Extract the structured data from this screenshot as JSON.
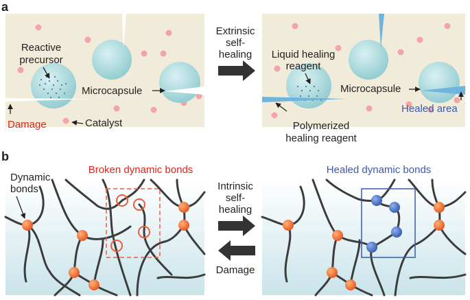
{
  "panels": {
    "a": {
      "letter": "a",
      "left": {
        "reactive_precursor_line1": "Reactive",
        "reactive_precursor_line2": "precursor",
        "microcapsule": "Microcapsule",
        "damage": "Damage",
        "catalyst": "Catalyst"
      },
      "arrow": {
        "line1": "Extrinsic",
        "line2": "self-",
        "line3": "healing"
      },
      "right": {
        "liquid_line1": "Liquid healing",
        "liquid_line2": "reagent",
        "microcapsule": "Microcapsule",
        "healed_area": "Healed area",
        "polymerized_line1": "Polymerized",
        "polymerized_line2": "healing reagent"
      }
    },
    "b": {
      "letter": "b",
      "dynamic_line1": "Dynamic",
      "dynamic_line2": "bonds",
      "broken_title": "Broken dynamic bonds",
      "healed_title": "Healed dynamic bonds",
      "intrinsic_line1": "Intrinsic",
      "intrinsic_line2": "self-",
      "intrinsic_line3": "healing",
      "damage": "Damage"
    }
  },
  "colors": {
    "matrix": "#f1ecd9",
    "capsule": "#a9d8dc",
    "catalyst_dot": "#f2a4a8",
    "damage_text": "#e2231a",
    "healed_text": "#3a5aa8",
    "healing_fill": "#6fb4dd",
    "network_bg_top": "#ffffff",
    "network_bg_bottom": "#cfe6ec",
    "chain": "#3c3c3c",
    "bond_orange": "#ef6c2a",
    "bond_blue": "#4a72c4",
    "broken_box": "#ef5a3a",
    "healed_box": "#3a5aa8"
  }
}
